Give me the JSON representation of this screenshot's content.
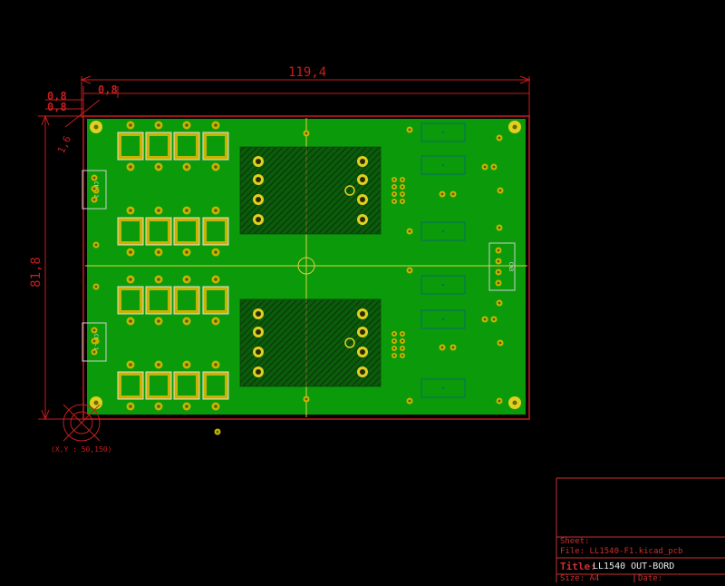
{
  "dimensions": {
    "width_label": "119,4",
    "height_label": "81,8",
    "margin_a": "0,8",
    "margin_b": "0,8",
    "margin_c": "0,8",
    "corner_radius": "1,6"
  },
  "origin_readout": "(X,Y : 50,150)",
  "connectors": [
    {
      "label": "CN1-2"
    },
    {
      "label": "CN1-1"
    },
    {
      "label": "CN3"
    }
  ],
  "title_block": {
    "sheet_label": "Sheet:",
    "file_label": "File: LL1540-F1.kicad_pcb",
    "title_label": "Title:",
    "title_value": "LL1540 OUT-BORD",
    "size_label": "Size: A4",
    "date_label": "Date:"
  },
  "colors": {
    "background": "#000000",
    "copper": "#0a9a0a",
    "dimension": "#c81e1e",
    "silk": "#e6e6e6",
    "pad": "#c8b400",
    "edge": "#e0e000"
  }
}
